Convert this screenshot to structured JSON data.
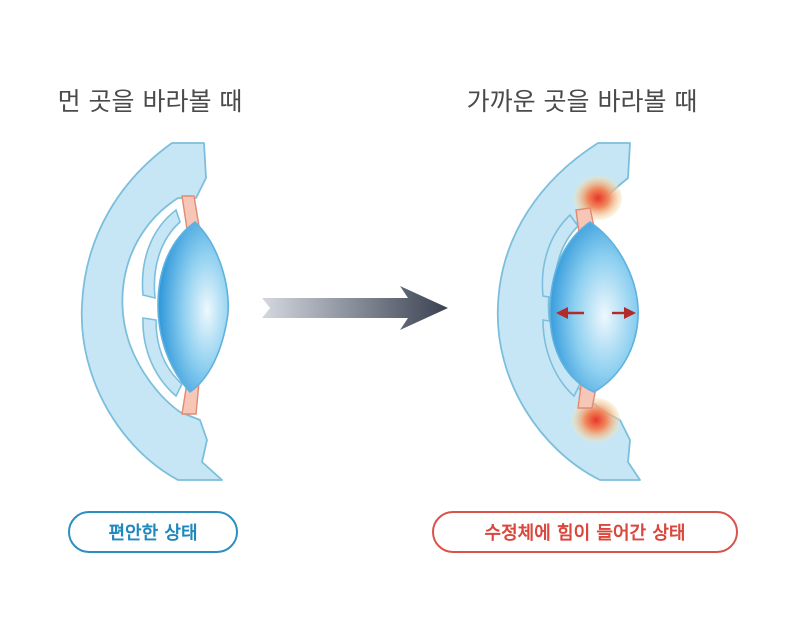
{
  "headings": {
    "far": "먼 곳을 바라볼 때",
    "near": "가까운 곳을 바라볼 때"
  },
  "labels": {
    "relaxed": "편안한 상태",
    "tensed": "수정체에 힘이 들어간 상태"
  },
  "colors": {
    "cornea_fill": "#c7e6f5",
    "cornea_stroke": "#7cbfdc",
    "lens_center": "#e8f6fd",
    "lens_edge": "#1e8fd6",
    "zonule_fill": "#f6c6b6",
    "zonule_stroke": "#e28a72",
    "muscle_glow": "#e8352a",
    "arrow_start": "#d5d8df",
    "arrow_end": "#3a4150",
    "relaxed_accent": "#2b8fc0",
    "tensed_accent": "#d9534a"
  },
  "icons": {
    "transition": "right-arrow-icon",
    "expansion": "double-arrow-icon"
  }
}
